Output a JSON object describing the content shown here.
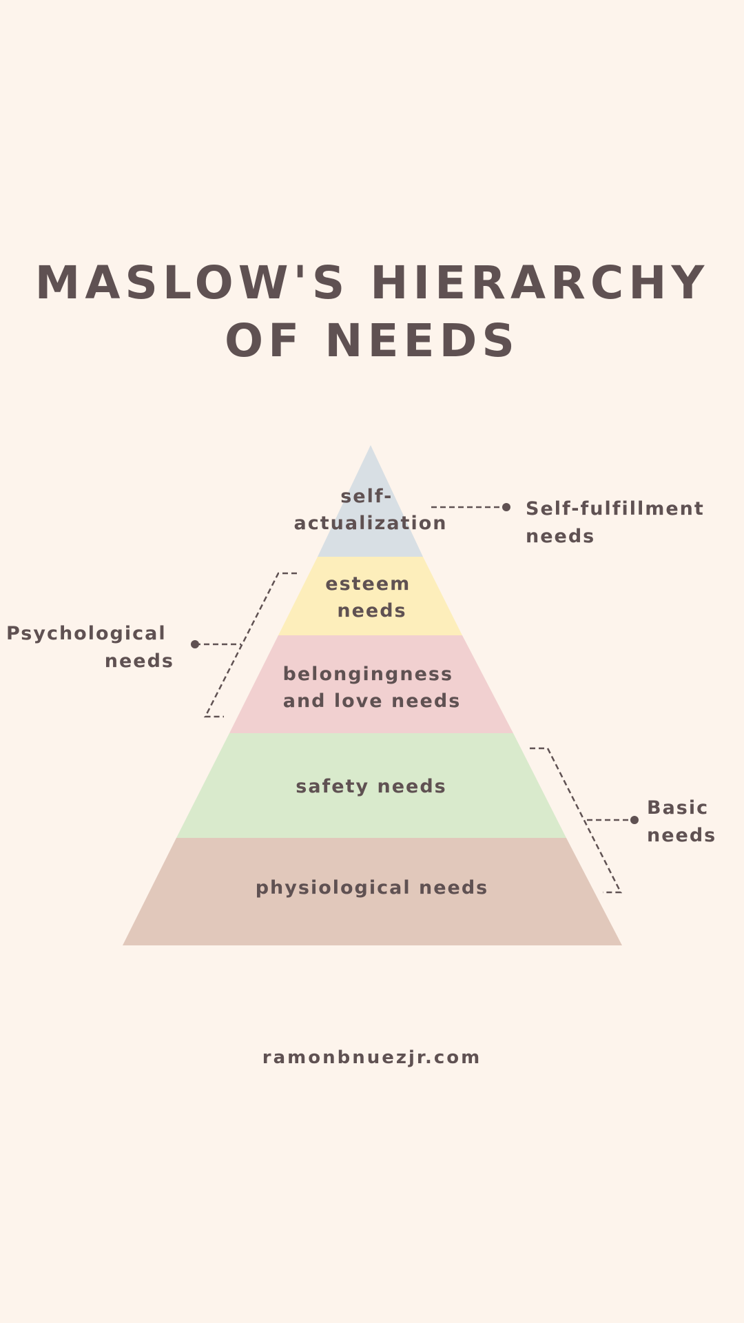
{
  "title": {
    "line1": "MASLOW'S HIERARCHY",
    "line2": "OF NEEDS"
  },
  "levels": [
    {
      "lines": [
        "self-",
        "actualization"
      ],
      "color": "#d8dfe4"
    },
    {
      "lines": [
        "esteem",
        "needs"
      ],
      "color": "#fdeebb"
    },
    {
      "lines": [
        "belongingness",
        "and love needs"
      ],
      "color": "#f1d0d0"
    },
    {
      "lines": [
        "safety needs"
      ],
      "color": "#d9eacc"
    },
    {
      "lines": [
        "physiological needs"
      ],
      "color": "#e1c8bb"
    }
  ],
  "groups": {
    "self_fulfillment": {
      "lines": [
        "Self-fulfillment",
        "needs"
      ]
    },
    "psychological": {
      "lines": [
        "Psychological",
        "needs"
      ]
    },
    "basic": {
      "lines": [
        "Basic",
        "needs"
      ]
    }
  },
  "footer": {
    "text": "ramonbnuezjr.com"
  },
  "colors": {
    "background": "#fdf4ec",
    "text": "#5f5152",
    "connector": "#5f5152"
  }
}
